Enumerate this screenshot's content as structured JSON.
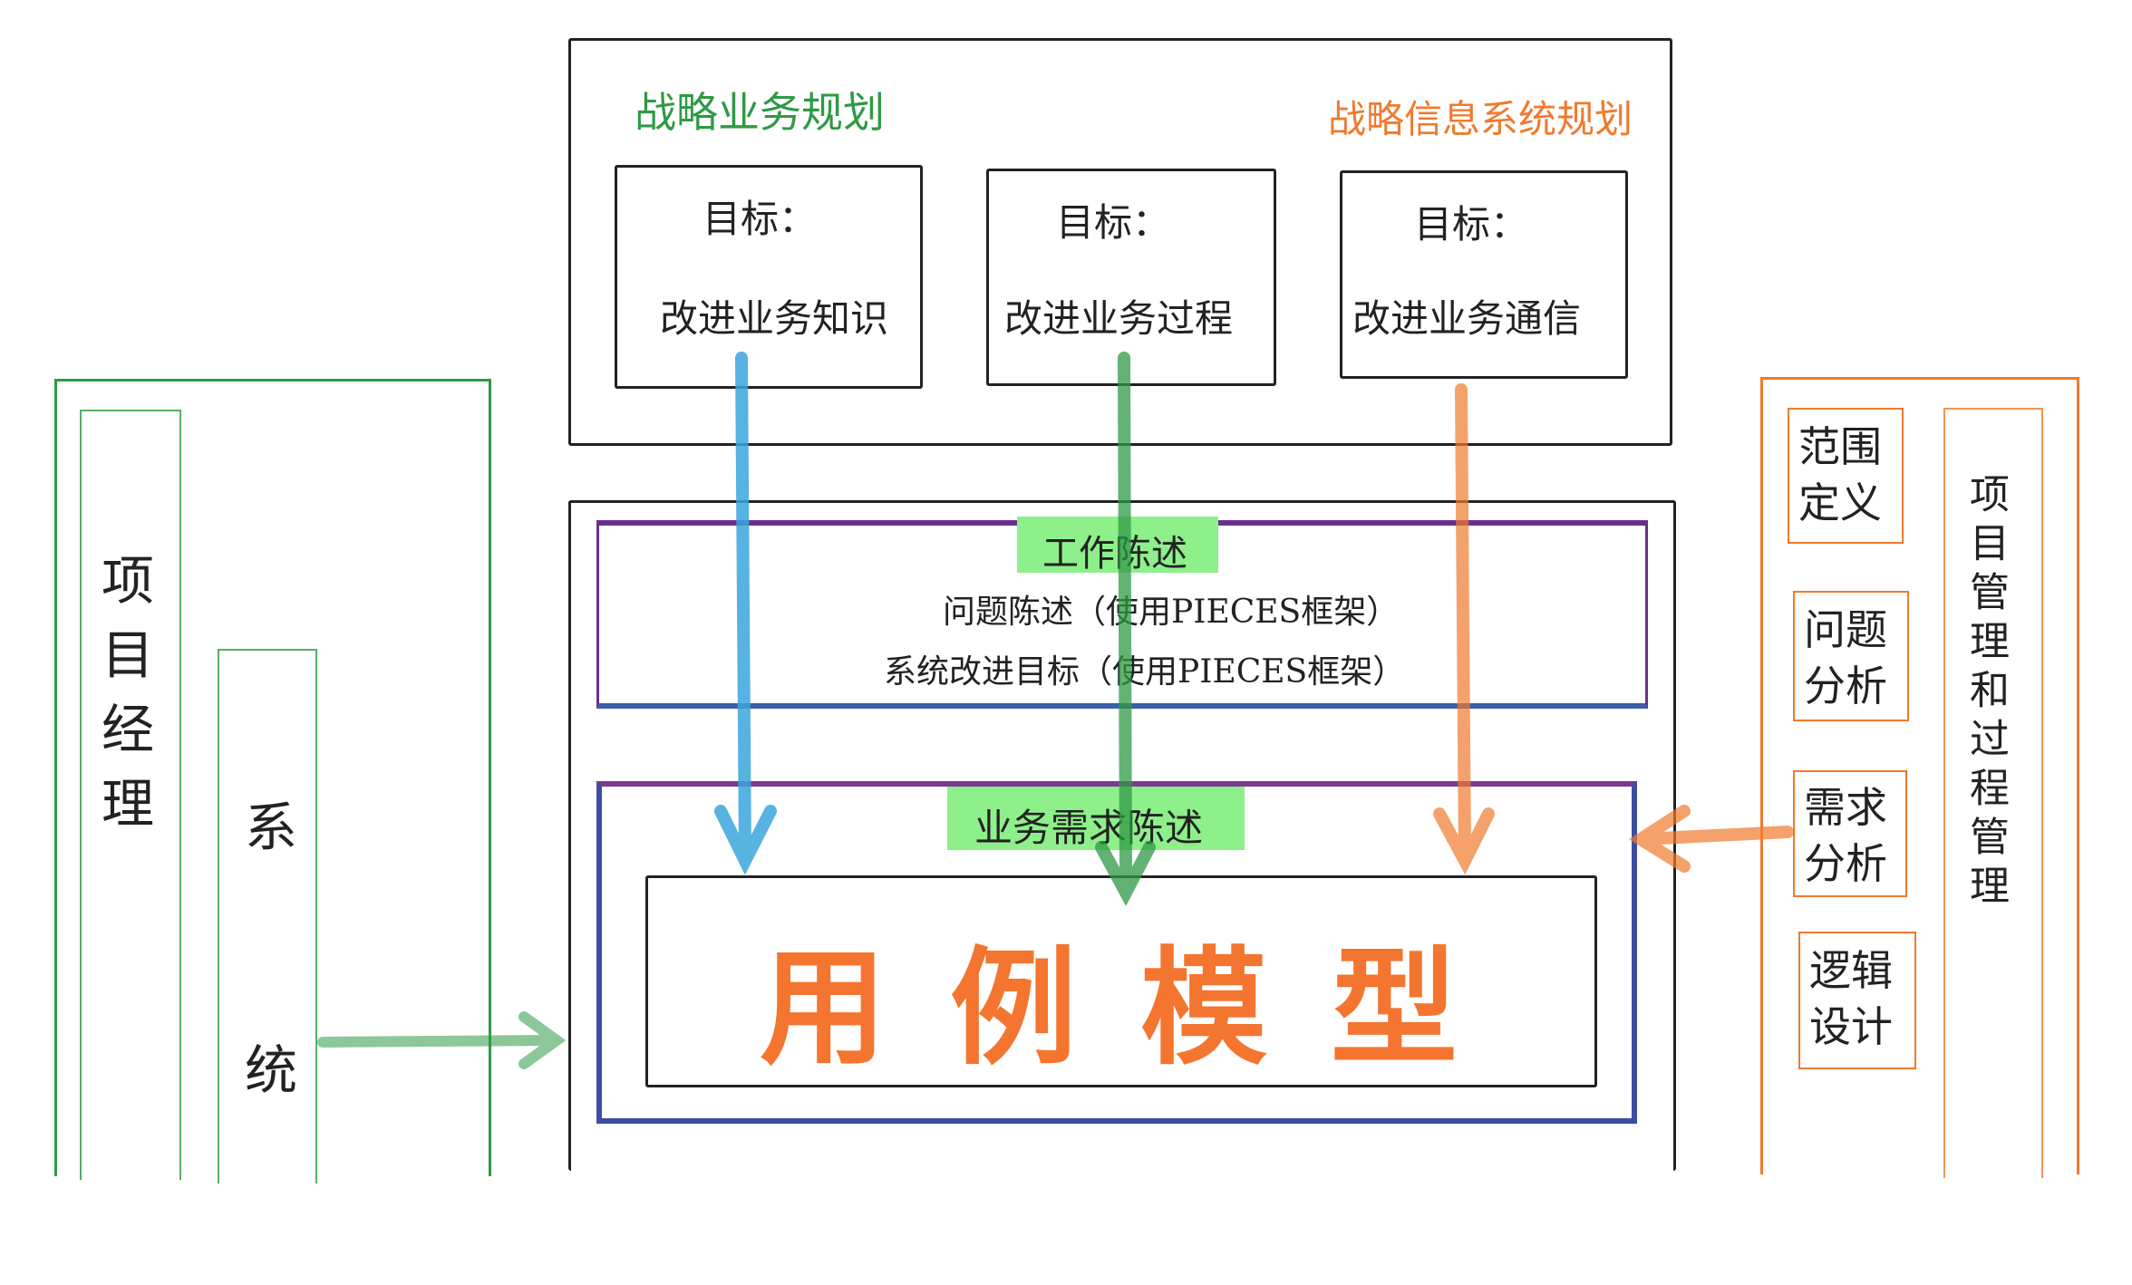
{
  "top_panel": {
    "left_title": "战略业务规划",
    "right_title": "战略信息系统规划",
    "boxes": [
      {
        "goal_label": "目标：",
        "goal_text": "改进业务知识"
      },
      {
        "goal_label": "目标：",
        "goal_text": "改进业务过程"
      },
      {
        "goal_label": "目标：",
        "goal_text": "改进业务通信"
      }
    ]
  },
  "work_statement": {
    "title": "工作陈述",
    "line1": "问题陈述（使用PIECES框架）",
    "line2": "系统改进目标（使用PIECES框架）"
  },
  "requirements": {
    "title": "业务需求陈述",
    "model_title": "用例模型"
  },
  "left_panel": {
    "outer_label": "项目经理",
    "inner_label": "系统"
  },
  "right_panel": {
    "items": [
      "范围定义",
      "问题分析",
      "需求分析",
      "逻辑设计"
    ],
    "side_label": "项目管理和过程管理"
  },
  "colors": {
    "green": "#2e9a45",
    "orange": "#f07a2e",
    "blue": "#3aa6dc",
    "highlight": "#8ef08a",
    "model_text": "#f46a1f"
  }
}
